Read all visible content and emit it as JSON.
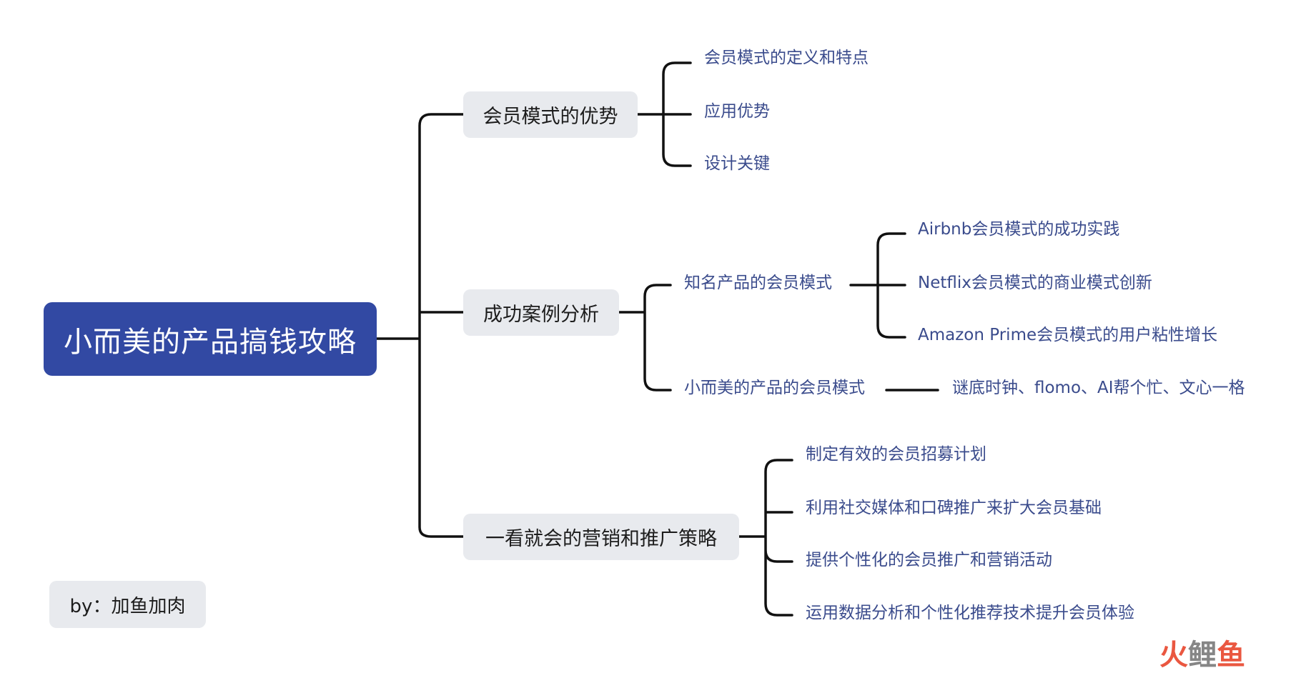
{
  "mindmap": {
    "root": {
      "label": "小而美的产品搞钱攻略"
    },
    "branches": [
      {
        "label": "会员模式的优势",
        "children": [
          {
            "label": "会员模式的定义和特点"
          },
          {
            "label": "应用优势"
          },
          {
            "label": "设计关键"
          }
        ]
      },
      {
        "label": "成功案例分析",
        "children": [
          {
            "label": "知名产品的会员模式",
            "children": [
              {
                "label": "Airbnb会员模式的成功实践"
              },
              {
                "label": "Netflix会员模式的商业模式创新"
              },
              {
                "label": "Amazon Prime会员模式的用户粘性增长"
              }
            ]
          },
          {
            "label": "小而美的产品的会员模式",
            "children": [
              {
                "label": "谜底时钟、flomo、AI帮个忙、文心一格"
              }
            ]
          }
        ]
      },
      {
        "label": "一看就会的营销和推广策略",
        "children": [
          {
            "label": "制定有效的会员招募计划"
          },
          {
            "label": "利用社交媒体和口碑推广来扩大会员基础"
          },
          {
            "label": "提供个性化的会员推广和营销活动"
          },
          {
            "label": "运用数据分析和个性化推荐技术提升会员体验"
          }
        ]
      }
    ]
  },
  "author": {
    "label": "by：加鱼加肉"
  },
  "watermark": {
    "glyph_1": "火",
    "glyph_2": "鲤",
    "glyph_3": "鱼"
  },
  "colors": {
    "root_fill": "#3249a3",
    "leaf_text": "#3a4b8c",
    "connector": "#111111",
    "branch_fill": "#e8eaee",
    "watermark_red": "#e8452c",
    "watermark_gray": "#7a7a7a"
  }
}
